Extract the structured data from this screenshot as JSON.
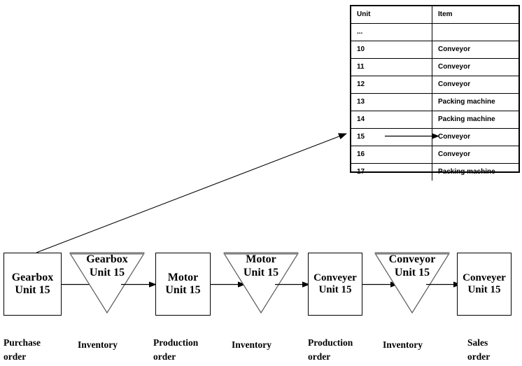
{
  "reference_table": {
    "name": "unit-item-reference-table",
    "columns": [
      "Unit",
      "Item"
    ],
    "rows": [
      {
        "unit": "...",
        "item": ""
      },
      {
        "unit": "10",
        "item": "Conveyor"
      },
      {
        "unit": "11",
        "item": "Conveyor"
      },
      {
        "unit": "12",
        "item": "Conveyor"
      },
      {
        "unit": "13",
        "item": "Packing machine"
      },
      {
        "unit": "14",
        "item": "Packing machine"
      },
      {
        "unit": "15",
        "item": "Conveyor"
      },
      {
        "unit": "16",
        "item": "Conveyor"
      },
      {
        "unit": "17",
        "item": "Packing machine"
      }
    ],
    "highlighted_row_index": 6
  },
  "flow": {
    "nodes": [
      {
        "shape": "box",
        "line1": "Gearbox",
        "line2": "Unit 15"
      },
      {
        "shape": "triangle",
        "line1": "Gearbox",
        "line2": "Unit 15"
      },
      {
        "shape": "box",
        "line1": "Motor",
        "line2": "Unit 15"
      },
      {
        "shape": "triangle",
        "line1": "Motor",
        "line2": "Unit 15"
      },
      {
        "shape": "box",
        "line1": "Conveyer",
        "line2": "Unit 15"
      },
      {
        "shape": "triangle",
        "line1": "Conveyor",
        "line2": "Unit 15"
      },
      {
        "shape": "box",
        "line1": "Conveyer",
        "line2": "Unit 15"
      }
    ],
    "stage_labels": [
      "Purchase\norder",
      "Inventory",
      "Production\norder",
      "Inventory",
      "Production\norder",
      "Inventory",
      "Sales\norder"
    ]
  },
  "colors": {
    "stroke": "#000000",
    "triangle_top": "#808080",
    "triangle_side": "#595959",
    "background": "#ffffff"
  }
}
